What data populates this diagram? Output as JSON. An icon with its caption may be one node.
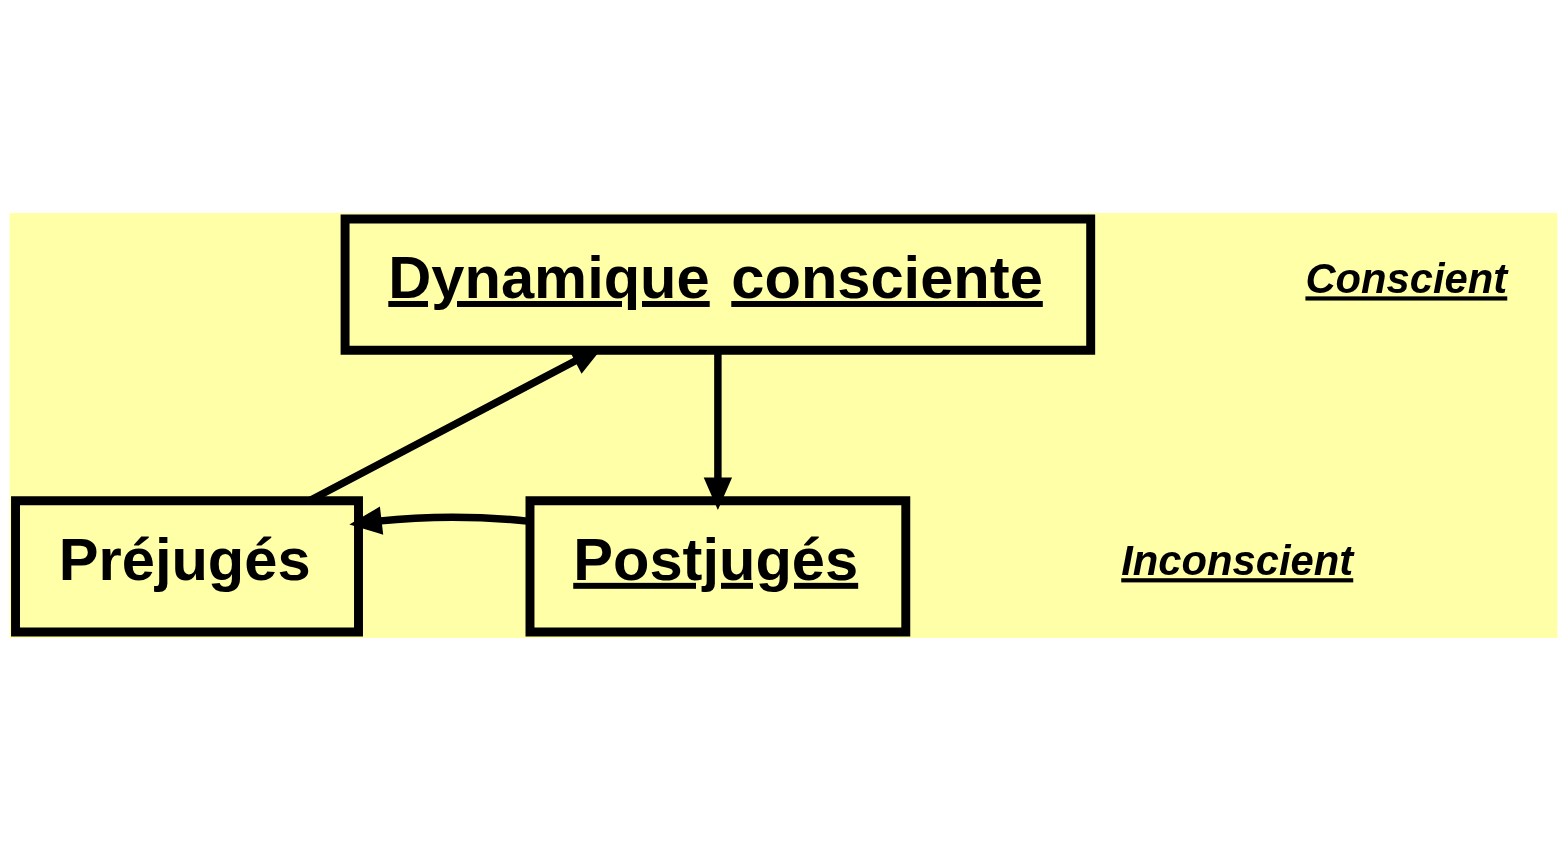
{
  "diagram": {
    "nodes": [
      {
        "text": [
          "Dynamique consciente"
        ]
      },
      {
        "text": [
          "Postjugés"
        ]
      },
      {
        "text": [
          "Préjugés"
        ]
      }
    ],
    "edges": [
      {
        "from": 0,
        "to": 1,
        "arrow": "to"
      },
      {
        "from": 1,
        "to": 2,
        "arrow": "to"
      },
      {
        "from": 2,
        "to": 0,
        "arrow": "to"
      }
    ],
    "labels": [
      "Conscient",
      "Inconscient"
    ]
  }
}
